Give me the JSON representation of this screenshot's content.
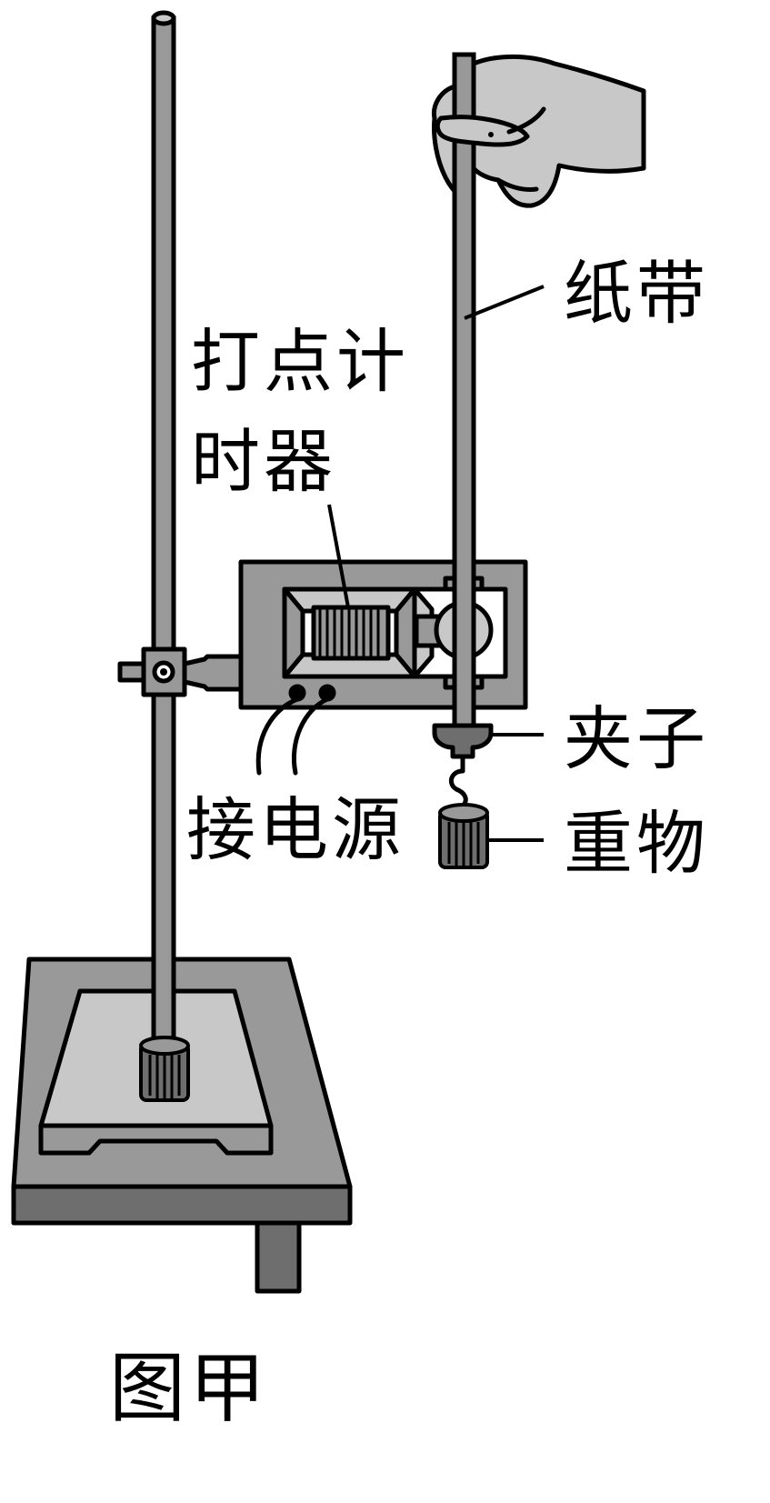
{
  "labels": {
    "paper_tape": "纸带",
    "timer_line1": "打点计",
    "timer_line2": "时器",
    "clip": "夹子",
    "power": "接电源",
    "weight": "重物",
    "caption": "图甲"
  },
  "colors": {
    "ink": "#000000",
    "dark_gray": "#6e6e6e",
    "mid_gray": "#999999",
    "light_gray": "#c8c8c8",
    "paper": "#ffffff"
  }
}
